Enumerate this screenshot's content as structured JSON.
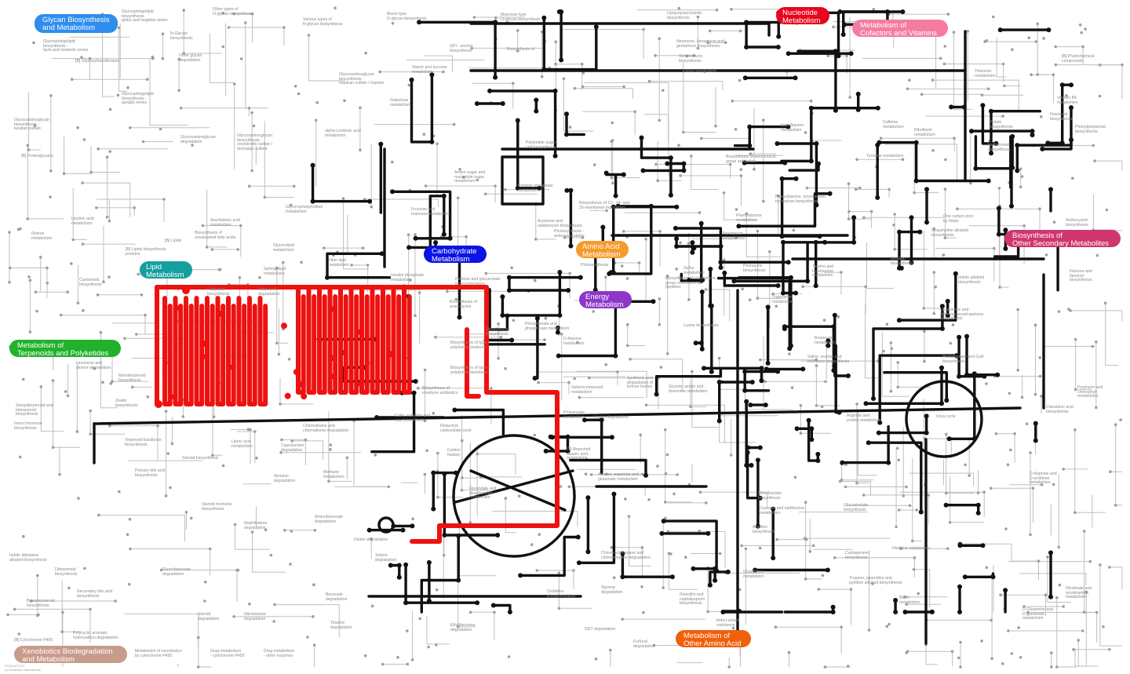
{
  "categories": [
    {
      "label": "Glycan Biosynthesis\nand Metabolism",
      "color": "#2f8ded"
    },
    {
      "label": "Nucleotide\nMetabolism",
      "color": "#e8061d"
    },
    {
      "label": "Metabolism of\nCofactors and Vitamins",
      "color": "#f47ca0"
    },
    {
      "label": "Carbohydrate\nMetabolism",
      "color": "#0b13e5"
    },
    {
      "label": "Lipid\nMetabolism",
      "color": "#159f9f"
    },
    {
      "label": "Amino Acid\nMetabolism",
      "color": "#f79a2c"
    },
    {
      "label": "Energy\nMetabolism",
      "color": "#8d37c9"
    },
    {
      "label": "Metabolism of\nTerpenoids and Polyketides",
      "color": "#21b12b"
    },
    {
      "label": "Biosynthesis of\nOther Secondary Metabolites",
      "color": "#cf366e"
    },
    {
      "label": "Metabolism of\nOther Amino Acid",
      "color": "#f0600b"
    },
    {
      "label": "Xenobiotics Biodegradation\nand Metabolism",
      "color": "#c89b8b"
    }
  ],
  "pathways": [
    "Glycosphingolipid\nbiosynthesis\nglobo and isoglobo series",
    "Other types of\nO-glycan biosynthesis",
    "Various types of\nN-glycan biosynthesis",
    "Mucin type\nO-glycan biosynthesis",
    "Mannose type\nO-glycan biosynthesis",
    "Lipopolysaccharide\nbiosynthesis",
    "Neomycin, kanamycin and\ngentamicin biosynthesis",
    "Glycosphingolipid\nbiosynthesis -\nlacto and neolacto series",
    "N-Glycan\nbiosynthesis",
    "[B] Glycosyltransferases",
    "Other glycan\ndegradation",
    "GPI - anchor\nbiosynthesis",
    "Biosynthesis of",
    "Streptomycin\nbiosynthesis",
    "Purine metabolism",
    "[B] Phytochemical\ncompounds",
    "Thiamine\nmetabolism",
    "Vitamin B6\nmetabolism",
    "Glycosaminoglycan\nbiosynthesis -\nheparan sulfate / heparin",
    "Starch and sucrose\nmetabolism",
    "Galactose\nmetabolism",
    "Glycosphingolipid\nbiosynthesis -\nganglio series",
    "Glycosaminoglycan\nbiosynthesis -\nkeratan sulfate",
    "Glycosaminoglycan\ndegradation",
    "Glycosaminoglycan\nbiosynthesis -\nchondroitin sulfate /\ndermatan sulfate",
    "alpha-Linolenic acid\nmetabolism",
    "Polyketide sugar\nunit biosynthesis",
    "beta-Alanine\nmetabolism",
    "Caffeine\nmetabolism",
    "Riboflavin\nmetabolism",
    "Folate\nbiosynthesis",
    "Flavonoid\nbiosynthesis",
    "Phenylpropanoid\nbiosynthesis",
    "Isoflavonoid\nbiosynthesis",
    "[B] Proteoglycans",
    "Tyrosine metabolism",
    "Biosynthesis of vancomycin\ngroup antibiotics",
    "Amino sugar and\nnucleotide sugar\nmetabolism",
    "Pentose phosphate\nmetabolism",
    "Biosynthesis of 12-, 14- and\n16-membered macrolides",
    "Phenylalanine, tyrosine and\ntryptophan biosynthesis",
    "Glycerophospholipid\nmetabolism",
    "Fructose and\nmannose metabolism",
    "Linoleic acid\nmetabolism",
    "Arachidonic acid\nmetabolism",
    "Retinol\nmetabolism",
    "[B] Lipids",
    "Biosynthesis of\nunsaturated fatty acids",
    "One carbon pool\nby folate",
    "Acarbose and\nvalidamycin biosynthesis",
    "Photosynthesis -\nantenna proteins",
    "Phenylalanine\nmetabolism",
    "Isoquinoline alkaloid\nbiosynthesis",
    "Anthocyanin\nbiosynthesis",
    "Novobiocin\nbiosynthesis",
    "[B] Lipids biosynthesis\nproteins",
    "Glycerolipid\nmetabolism",
    "Ether lipid\nmetabolism",
    "Inositol phosphate\nmetabolism",
    "Photosynthesis",
    "Sulfur\nmetabolism",
    "Phenazine\nbiosynthesis",
    "Taurine and\nhypotaurine\nmetabolism",
    "Betalain\nbiosynthesis",
    "Flavone and\nflavonol\nbiosynthesis",
    "Sphingolipid\nmetabolism",
    "Carotenoid\nbiosynthesis",
    "Fatty acid\nbiosynthesis",
    "Fatty acid\ndegradation",
    "Pentose and glucuronate\ninterconversions",
    "Biosynthesis of\nansamycins",
    "Indole alkaloid\nbiosynthesis",
    "Tryptophan\nmetabolism",
    "Biosynthesis of siderophore\ngroup nonribosomal\npeptides",
    "Ubiquinone and\nother terpenoid-quinone\nbiosynthesis",
    "Lysine biosynthesis",
    "Phosphonate and\nphosphinate metabolism",
    "Biosynthesis of type II\npolyketide products",
    "Streptomycin\nbiosynthesis",
    "Butanoate\nmetabolism",
    "D-Alanine\nmetabolism",
    "Limonene and\npinene degradation",
    "Monoterpenoid\nbiosynthesis",
    "Biosynthesis of type II\npolyketide backbone",
    "Zeatin\nbiosynthesis",
    "Sesquiterpenoid and\ntriterpenoid\nbiosynthesis",
    "Insect hormone\nbiosynthesis",
    "Biosynthesis of\nenediyne antibiotics",
    "Valine, leucine and\nisoleucine biosynthesis",
    "Pantothenate and CoA\nbiosynthesis",
    "Selenocompound\nmetabolism",
    "Synthesis and\ndegradation of\nketone bodies",
    "Glycine, serine and\nthreonine metabolism",
    "Porphyrin and\nchlorophyll\nmetabolism",
    "Clavulanic acid\nbiosynthesis",
    "Urea cycle",
    "Arginine and\nproline metabolism",
    "Propanoate\nmetabolism",
    "Lysine degradation",
    "Cutin, suberine and\nwax biosynthesis",
    "Reductive\ncarboxylate cycle",
    "Terpenoid backbone\nbiosynthesis",
    "Steroid biosynthesis",
    "Lipoic acid\nmetabolism",
    "Caprolactam\ndegradation",
    "Carbon\nfixation",
    "C5-Branched\ndibasic acid\nmetabolism",
    "Glyoxylate and\ndicarboxylate\nmetabolism",
    "Chloroalkane and\nchloroalkene degradation",
    "Primary bile acid\nbiosynthesis",
    "Atrazine\ndegradation",
    "Methane\nmetabolism",
    "Alanine, aspartate and\nglutamate metabolism",
    "Steroid hormone\nbiosynthesis",
    "D-Arginine and\nD-ornithine\nmetabolism",
    "Monobactam\nbiosynthesis",
    "Cysteine and methionine\nmetabolism",
    "Glucosinolate\nbiosynthesis",
    "Naphthalene\ndegradation",
    "Aminobenzoate\ndegradation",
    "Indole diterpene\nalkaloid biosynthesis",
    "Xylene\ndegradation",
    "Dioxin degradation",
    "Arginine\nbiosynthesis",
    "Histidine metabolism",
    "Tropane, piperidine and\npyridine alkaloid biosynthesis",
    "Carbapenem\nbiosynthesis",
    "Diterpenoid\nbiosynthesis",
    "Fluorobenzoate\ndegradation",
    "Chlorocyclohexane and\nchlorobenzene degradation",
    "Styrene\ndegradation",
    "Glutathione\nmetabolism",
    "Biotin\nmetabolism",
    "Nicotinate and\nnicotinamide\nmetabolism",
    "D-Glutamine and\nD-glutamate\nmetabolism",
    "Secondary bile acid\nbiosynthesis",
    "Brassinosteroid\nbiosynthesis",
    "Benzoate\ndegradation",
    "Oxidative\nphosphorylation",
    "Penicillin and\ncephalosporin\nbiosynthesis",
    "beta-Lactam\nresistance",
    "Nitrotoluene\ndegradation",
    "Steroid\ndegradation",
    "Toluene\ndegradation",
    "Ethylbenzene\ndegradation",
    "DDT degradation",
    "Furfural\ndegradation",
    "[B] Cytochrome P450",
    "Polycyclic aromatic\nhydrocarbon degradation",
    "Metabolism of xenobiotics\nby cytochrome P450",
    "Drug metabolism\n- cytochrome P450",
    "Drug metabolism\n- other enzymes"
  ],
  "footer": "01100 6/17/17\n(c) Kanehisa Laboratories"
}
